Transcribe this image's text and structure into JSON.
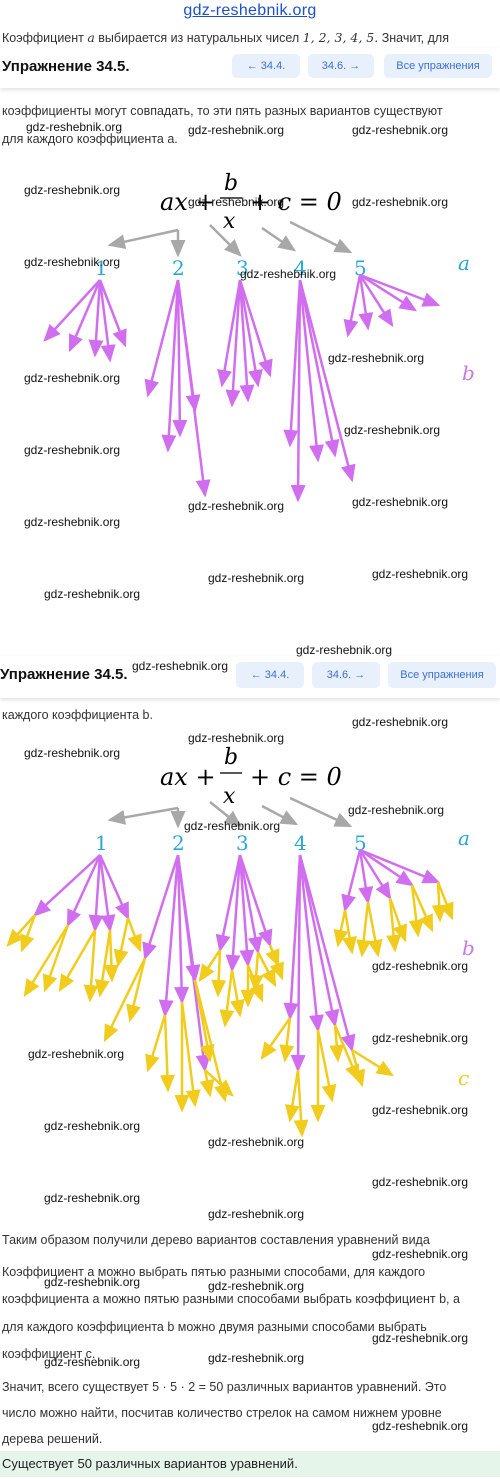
{
  "site": {
    "title": "gdz-reshebnik.org"
  },
  "exercise": {
    "title": "Упражнение 34.5.",
    "title_second": "Упражнение 34.5."
  },
  "nav": {
    "prev_label": "← 34.4.",
    "next_label": "34.6. →",
    "all_label": "Все упражнения"
  },
  "text": {
    "top_line_prefix": "Коэффициент ",
    "top_line_var": "a",
    "top_line_mid": " выбирается из натуральных чисел ",
    "top_line_nums": "1, 2, 3, 4, 5.",
    "top_line_suffix": " Значит, для",
    "p1_line1": "коэффициенты могут совпадать, то эти пять разных вариантов существуют",
    "p1_line2": "для каждого коэффициента a.",
    "p2_line1": "каждого коэффициента b.",
    "conclusion_line1": "Таким образом получили дерево вариантов составления уравнений вида",
    "conclusion_line2": "Коэффициент a можно выбрать пятью разными способами, для каждого",
    "conclusion_line3": "коэффициента a можно пятью разными способами выбрать коэффициент b, а",
    "conclusion_line4": "для каждого коэффициента b можно двумя разными способами выбрать",
    "conclusion_line5": "коэффициент c.",
    "conclusion_line6": "Значит, всего существует 5 · 5 · 2 = 50 различных вариантов уравнений. Это",
    "conclusion_line7": "число можно найти, посчитав количество стрелок на самом нижнем уровне",
    "conclusion_line8": "дерева решений.",
    "answer": "Существует 50 различных вариантов уравнений."
  },
  "diagram": {
    "eq_ax": "ax +",
    "eq_num": "b",
    "eq_den": "x",
    "eq_rest": "+ c = 0",
    "node_labels": [
      "1",
      "2",
      "3",
      "4",
      "5"
    ],
    "label_a": "a",
    "label_b": "b",
    "label_c": "c",
    "colors": {
      "gray": "#a8a8a8",
      "a": "#29a8d8",
      "b": "#c77ae0",
      "arrow_b": "#d16ef0",
      "arrow_c": "#f2cc1c"
    }
  },
  "watermark": {
    "text": "gdz-reshebnik.org"
  }
}
